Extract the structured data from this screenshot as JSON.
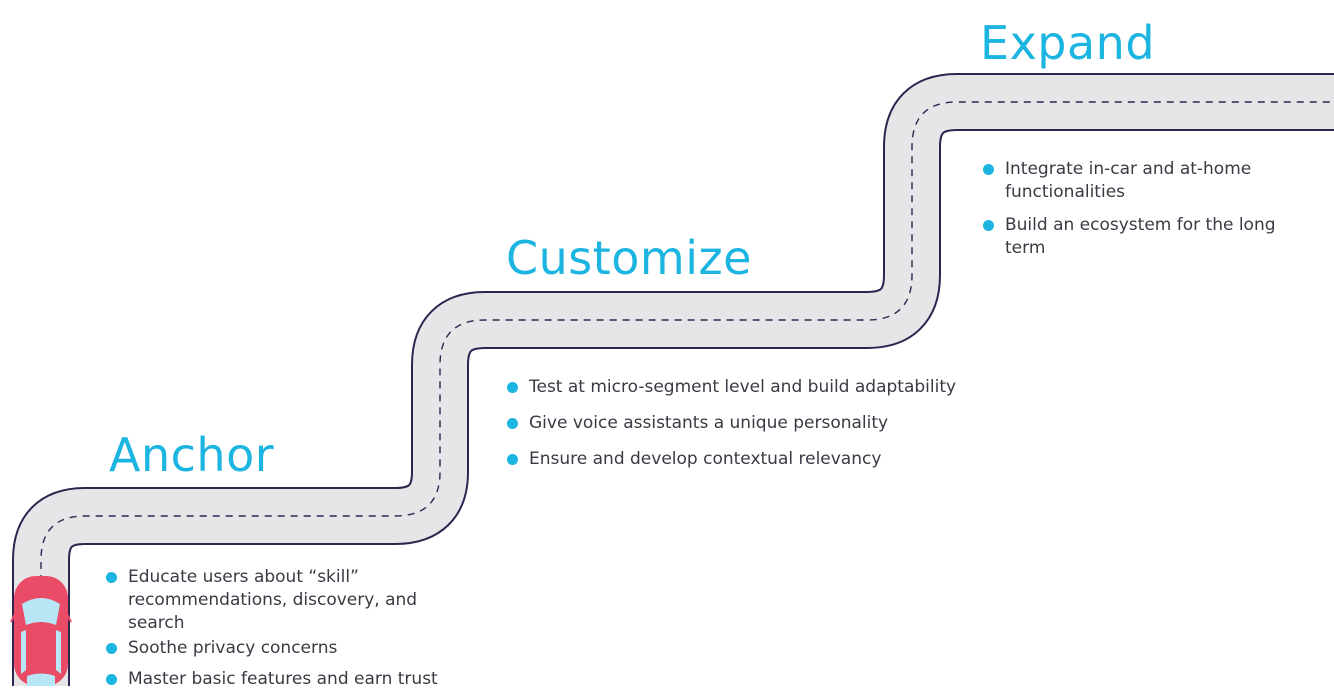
{
  "colors": {
    "accent": "#1cb4e0",
    "road": "#e6e6e9",
    "road_edge": "#2e2550",
    "car": "#ea4b66",
    "text": "#3a3a44"
  },
  "stages": [
    {
      "title": "Anchor",
      "bullets": [
        "Educate users about “skill” recommendations, discovery, and search",
        "Soothe privacy concerns",
        "Master basic features and earn trust"
      ]
    },
    {
      "title": "Customize",
      "bullets": [
        "Test at micro-segment level and build adaptability",
        "Give voice assistants a unique personality",
        "Ensure and develop contextual relevancy"
      ]
    },
    {
      "title": "Expand",
      "bullets": [
        "Integrate in-car and at-home functionalities",
        "Build an ecosystem for the long term"
      ]
    }
  ]
}
